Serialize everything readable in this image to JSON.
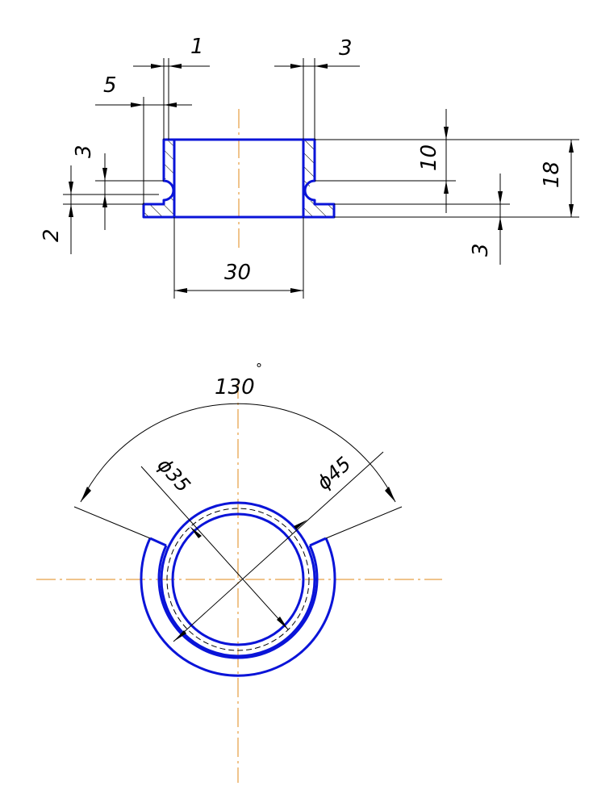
{
  "section_view": {
    "dim_top_left": "1",
    "dim_left_offset": "5",
    "dim_top_right": "3",
    "dim_groove_height": "3",
    "dim_groove_pos": "2",
    "dim_right_groove_height": "10",
    "dim_right_flange": "3",
    "dim_total_height": "18",
    "dim_inner_width": "30"
  },
  "plan_view": {
    "angle_value": "130",
    "angle_unit": "°",
    "dia_inner": "ϕ35",
    "dia_outer": "ϕ45"
  },
  "colors": {
    "outline": "#0a14d8",
    "centerline": "#e08a1a",
    "dimension": "#000000"
  }
}
